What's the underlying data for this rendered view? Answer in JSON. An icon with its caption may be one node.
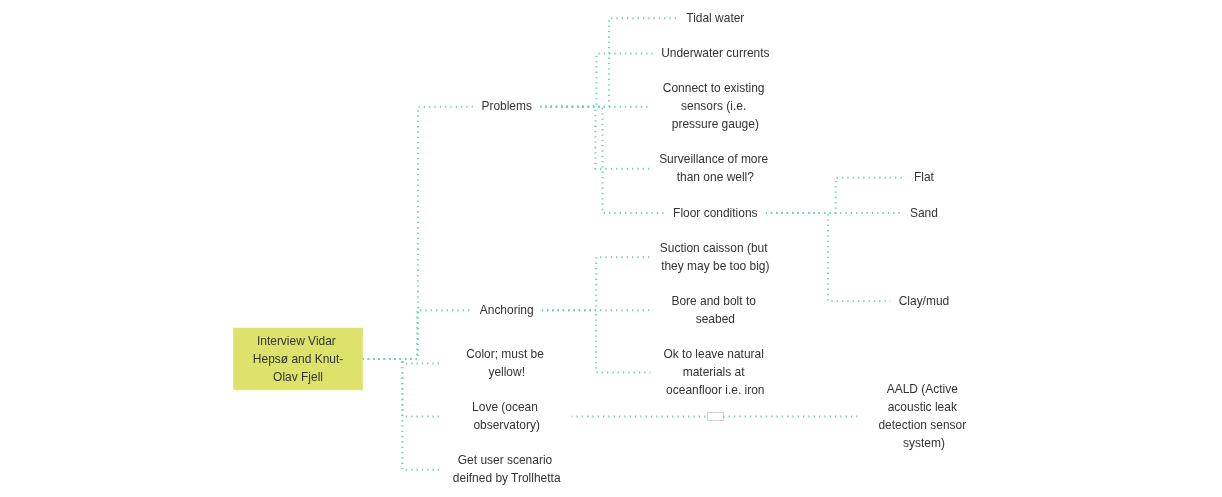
{
  "diagram": {
    "nodes": [
      {
        "text": [
          "Interview Vidar Hepsø and Knut-Olav Fjell"
        ]
      },
      {
        "text": [
          "Problems"
        ]
      },
      {
        "text": [
          "Tidal water"
        ]
      },
      {
        "text": [
          "Underwater currents"
        ]
      },
      {
        "text": [
          "Connect to existing sensors (i.e. pressure gauge)"
        ]
      },
      {
        "text": [
          "Surveillance of more than one well?"
        ]
      },
      {
        "text": [
          "Floor conditions"
        ]
      },
      {
        "text": [
          "Flat"
        ]
      },
      {
        "text": [
          "Sand"
        ]
      },
      {
        "text": [
          "Clay/mud"
        ]
      },
      {
        "text": [
          "Anchoring"
        ]
      },
      {
        "text": [
          "Suction caisson (but they may be too big)"
        ]
      },
      {
        "text": [
          "Bore and bolt to seabed"
        ]
      },
      {
        "text": [
          "Ok to leave natural materials at oceanfloor i.e. iron"
        ]
      },
      {
        "text": [
          "Color; must be yellow!"
        ]
      },
      {
        "text": [
          "Love (ocean observatory)"
        ]
      },
      {
        "text": [],
        "shape": "box"
      },
      {
        "text": [
          "AALD (Active acoustic leak detection sensor system)"
        ]
      },
      {
        "text": [
          "Get user scenario deifned by Trollhetta"
        ]
      }
    ],
    "edges": [
      {
        "from": 0,
        "to": 1,
        "arrow": "none"
      },
      {
        "from": 1,
        "to": 2,
        "arrow": "none"
      },
      {
        "from": 1,
        "to": 3,
        "arrow": "none"
      },
      {
        "from": 1,
        "to": 4,
        "arrow": "none"
      },
      {
        "from": 1,
        "to": 5,
        "arrow": "none"
      },
      {
        "from": 1,
        "to": 6,
        "arrow": "none"
      },
      {
        "from": 6,
        "to": 7,
        "arrow": "none"
      },
      {
        "from": 6,
        "to": 8,
        "arrow": "none"
      },
      {
        "from": 6,
        "to": 9,
        "arrow": "none"
      },
      {
        "from": 0,
        "to": 10,
        "arrow": "none"
      },
      {
        "from": 10,
        "to": 11,
        "arrow": "none"
      },
      {
        "from": 10,
        "to": 12,
        "arrow": "none"
      },
      {
        "from": 10,
        "to": 13,
        "arrow": "none"
      },
      {
        "from": 0,
        "to": 14,
        "arrow": "none"
      },
      {
        "from": 0,
        "to": 15,
        "arrow": "none"
      },
      {
        "from": 15,
        "to": 16,
        "arrow": "none"
      },
      {
        "from": 16,
        "to": 17,
        "arrow": "none"
      },
      {
        "from": 0,
        "to": 18,
        "arrow": "none"
      }
    ]
  }
}
